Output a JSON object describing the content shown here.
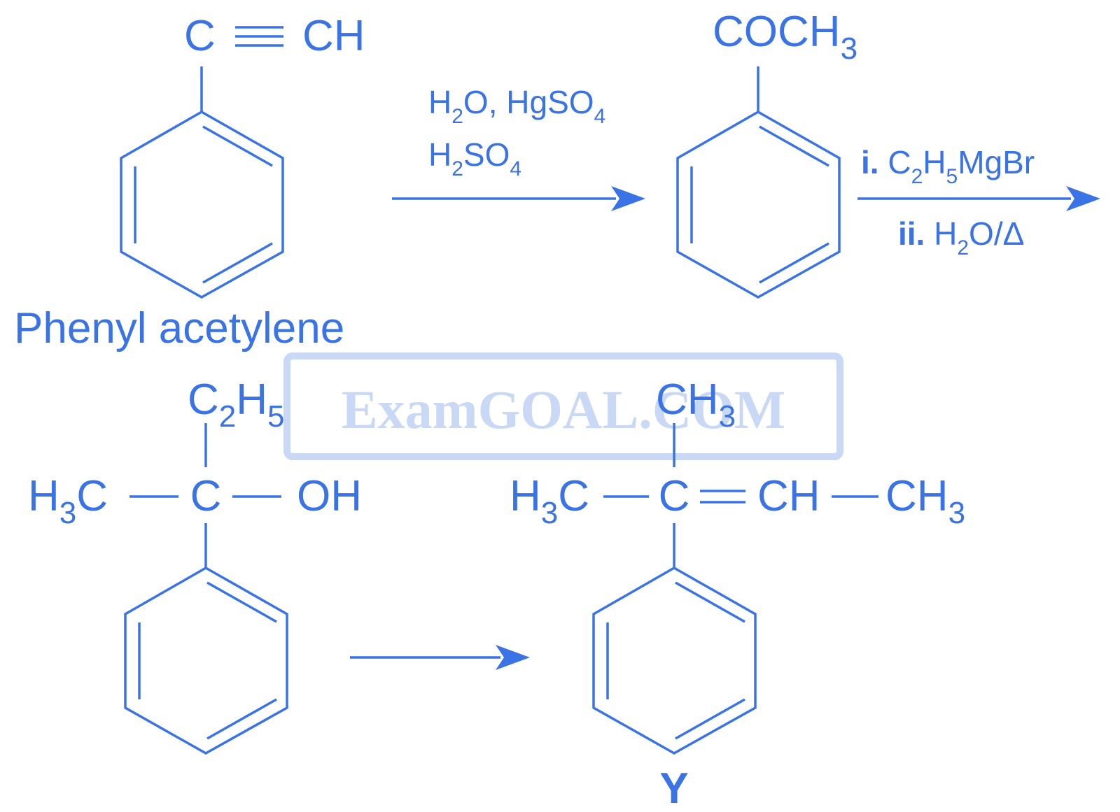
{
  "colors": {
    "ink": "#3a73e6",
    "watermark": "#c9d8f5"
  },
  "watermark": "ExamGOAL.COM",
  "step1": {
    "alkyne_c": "C",
    "alkyne_ch": "CH",
    "name": "Phenyl acetylene",
    "reagent_line1_a": "H",
    "reagent_line1_sub": "2",
    "reagent_line1_b": "O, HgSO",
    "reagent_line1_sub2": "4",
    "reagent_line2_a": "H",
    "reagent_line2_sub": "2",
    "reagent_line2_b": "SO",
    "reagent_line2_sub2": "4"
  },
  "step2": {
    "ketone_main": "COCH",
    "ketone_sub": "3",
    "cond1_num": "i.",
    "cond1_a": "C",
    "cond1_s1": "2",
    "cond1_b": "H",
    "cond1_s2": "5",
    "cond1_c": "MgBr",
    "cond2_num": "ii.",
    "cond2_a": "H",
    "cond2_s1": "2",
    "cond2_b": "O/Δ"
  },
  "alcohol": {
    "top_a": "C",
    "top_s1": "2",
    "top_b": "H",
    "top_s2": "5",
    "left_a": "H",
    "left_s": "3",
    "left_b": "C",
    "center": "C",
    "right": "OH"
  },
  "product": {
    "top_a": "CH",
    "top_s": "3",
    "left_a": "H",
    "left_s": "3",
    "left_b": "C",
    "center": "C",
    "mid": "CH",
    "right_a": "CH",
    "right_s": "3",
    "label": "Y"
  }
}
